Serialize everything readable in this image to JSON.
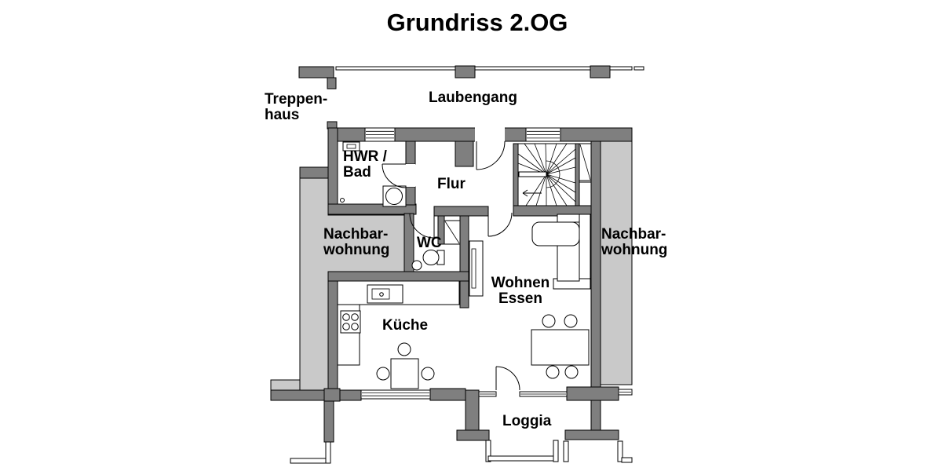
{
  "title": "Grundriss 2.OG",
  "labels": {
    "treppenhaus": [
      "Treppen-",
      "haus"
    ],
    "laubengang": "Laubengang",
    "hwr_bad": [
      "HWR /",
      "Bad"
    ],
    "flur": "Flur",
    "wc": "WC",
    "nachbar_links": [
      "Nachbar-",
      "wohnung"
    ],
    "nachbar_rechts": [
      "Nachbar-",
      "wohnung"
    ],
    "wohnen_essen": [
      "Wohnen",
      "Essen"
    ],
    "kueche": "Küche",
    "loggia": "Loggia"
  },
  "colors": {
    "wall": "#7f7f7f",
    "neighbor": "#c9c9c9",
    "background": "#ffffff",
    "line": "#000000"
  }
}
